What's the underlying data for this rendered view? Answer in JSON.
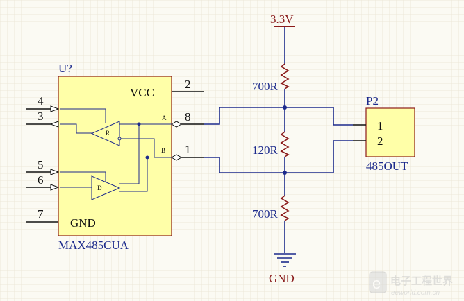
{
  "component": {
    "designator": "U?",
    "part": "MAX485CUA",
    "vcc_label": "VCC",
    "gnd_label": "GND",
    "pin_labels": {
      "a": "A",
      "b": "B",
      "receiver": "R",
      "driver": "D"
    },
    "pins": {
      "p4": "4",
      "p3": "3",
      "p5": "5",
      "p6": "6",
      "p7": "7",
      "p2": "2",
      "p8": "8",
      "p1": "1"
    }
  },
  "connector": {
    "designator": "P2",
    "part": "485OUT",
    "pins": {
      "p1": "1",
      "p2": "2"
    }
  },
  "resistors": {
    "top": "700R",
    "middle": "120R",
    "bottom": "700R"
  },
  "power": {
    "supply": "3.3V",
    "ground": "GND"
  },
  "watermark": {
    "logo_text": "电子工程世界",
    "site": "eeworld.com.cn"
  },
  "colors": {
    "background": "#fbfaf3",
    "grid": "#ece8d8",
    "wire": "#1c2a8c",
    "chip_fill": "#ffffa8",
    "chip_border": "#8b1a1a",
    "power_label": "#8a1c1c",
    "pin_line": "#111111"
  }
}
